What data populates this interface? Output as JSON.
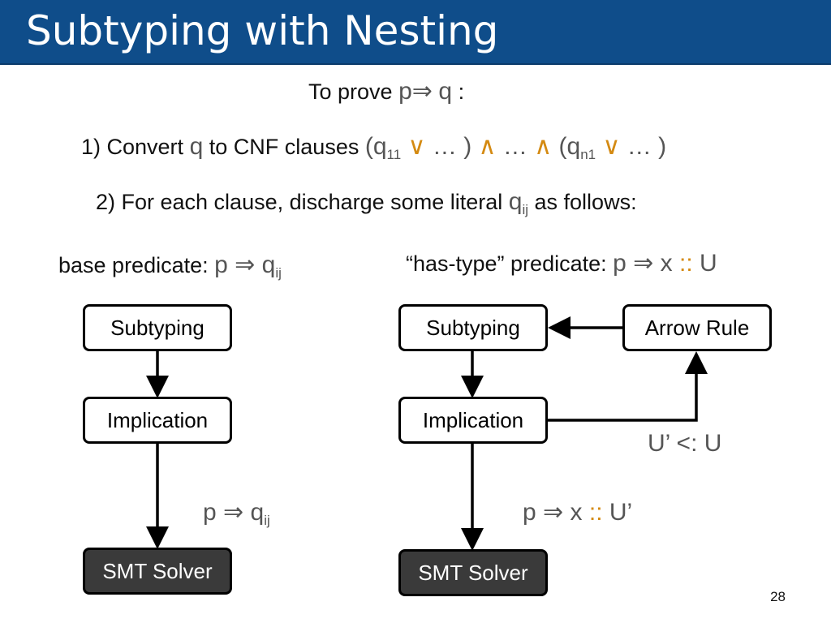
{
  "header": {
    "title": "Subtyping with Nesting"
  },
  "intro": {
    "to_prove": "To prove",
    "p": "p",
    "implies": "⇒",
    "q": "q",
    "colon": ":"
  },
  "step1": {
    "prefix": "1) Convert",
    "q": "q",
    "mid": "to CNF clauses",
    "paren_open": "(q",
    "sub11": "11",
    "or1": "∨",
    "dots1": "… )",
    "and1": "∧",
    "dots2": "…",
    "and2": "∧",
    "paren_open2": "(q",
    "subn1": "n1",
    "or2": "∨",
    "dots3": "… )"
  },
  "step2": {
    "text": "2) For each clause, discharge some literal",
    "q": "q",
    "sub": "ij",
    "tail": "as follows:"
  },
  "left": {
    "heading_text": "base predicate:",
    "p": "p",
    "implies": "⇒",
    "q": "q",
    "sub": "ij",
    "box_subtyping": "Subtyping",
    "box_implication": "Implication",
    "box_smt": "SMT Solver",
    "edge_p": "p",
    "edge_implies": "⇒",
    "edge_q": "q",
    "edge_sub": "ij"
  },
  "right": {
    "heading_text": "“has-type” predicate:",
    "p": "p",
    "implies": "⇒",
    "x": "x",
    "dcolon": "::",
    "U": "U",
    "box_subtyping": "Subtyping",
    "box_arrow": "Arrow Rule",
    "box_implication": "Implication",
    "box_smt": "SMT Solver",
    "subtype_label": "U’ <: U",
    "edge_p": "p",
    "edge_implies": "⇒",
    "edge_x": "x",
    "edge_dcolon": "::",
    "edge_U": "U’"
  },
  "page_number": "28"
}
